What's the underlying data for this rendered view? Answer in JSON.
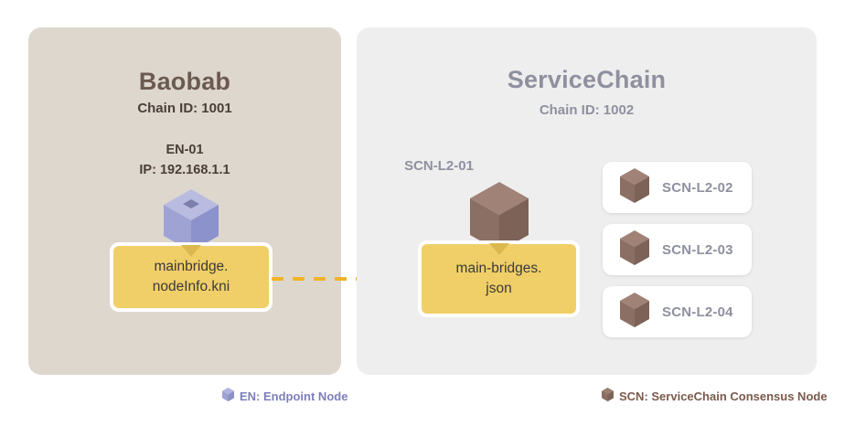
{
  "panels": {
    "baobab": {
      "title": "Baobab",
      "chain_id": "Chain ID: 1001",
      "node_name": "EN-01",
      "node_ip": "IP: 192.168.1.1",
      "node_icon": "cube-icon-purple",
      "file_label": "mainbridge.\nnodeInfo.kni",
      "file_line1": "mainbridge.",
      "file_line2": "nodeInfo.kni",
      "bg_color": "#ded7ce",
      "title_color": "#6b5a50"
    },
    "servicechain": {
      "title": "ServiceChain",
      "chain_id": "Chain ID: 1002",
      "node_name": "SCN-L2-01",
      "node_icon": "cube-icon-brown",
      "file_line1": "main-bridges.",
      "file_line2": "json",
      "bg_color": "#eeeeee",
      "title_color": "#8e909f",
      "nodes": [
        {
          "name": "SCN-L2-02",
          "icon": "cube-icon-brown"
        },
        {
          "name": "SCN-L2-03",
          "icon": "cube-icon-brown"
        },
        {
          "name": "SCN-L2-04",
          "icon": "cube-icon-brown"
        }
      ]
    }
  },
  "connection": {
    "icon": "dashed-arrow-right-icon",
    "color": "#f0b429",
    "style": "dashed"
  },
  "legend": [
    {
      "icon": "hex-cube-icon-purple",
      "label": "EN: Endpoint Node",
      "color": "#7d7fb8"
    },
    {
      "icon": "hex-cube-icon-brown",
      "label": "SCN: ServiceChain Consensus Node",
      "color": "#7a5a4c"
    }
  ],
  "colors": {
    "page_background": "#ffffff",
    "file_box": "#f0cf68",
    "file_box_notch": "#dcb84f",
    "arrow": "#f0b429",
    "cube_purple_top": "#b9bce0",
    "cube_purple_left": "#9ea3d4",
    "cube_purple_right": "#8c92cb",
    "cube_brown_top": "#a08277",
    "cube_brown_left": "#8c6f64",
    "cube_brown_right": "#7d6258"
  }
}
